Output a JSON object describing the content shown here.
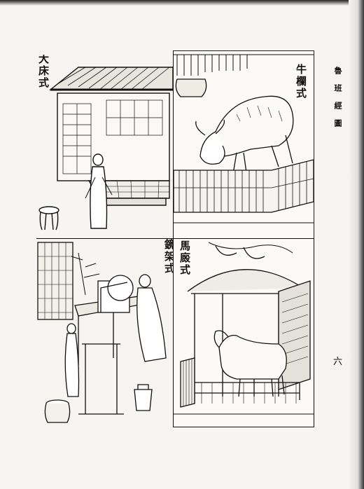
{
  "book": {
    "running_title": "魯班經圖",
    "page_number": "六"
  },
  "panels": [
    {
      "id": "big-house",
      "caption": "大床式"
    },
    {
      "id": "ox-pen",
      "caption": "牛欄式"
    },
    {
      "id": "mirror-stand",
      "caption": "鏡架式"
    },
    {
      "id": "horse-stable",
      "caption": "馬廄式"
    }
  ]
}
